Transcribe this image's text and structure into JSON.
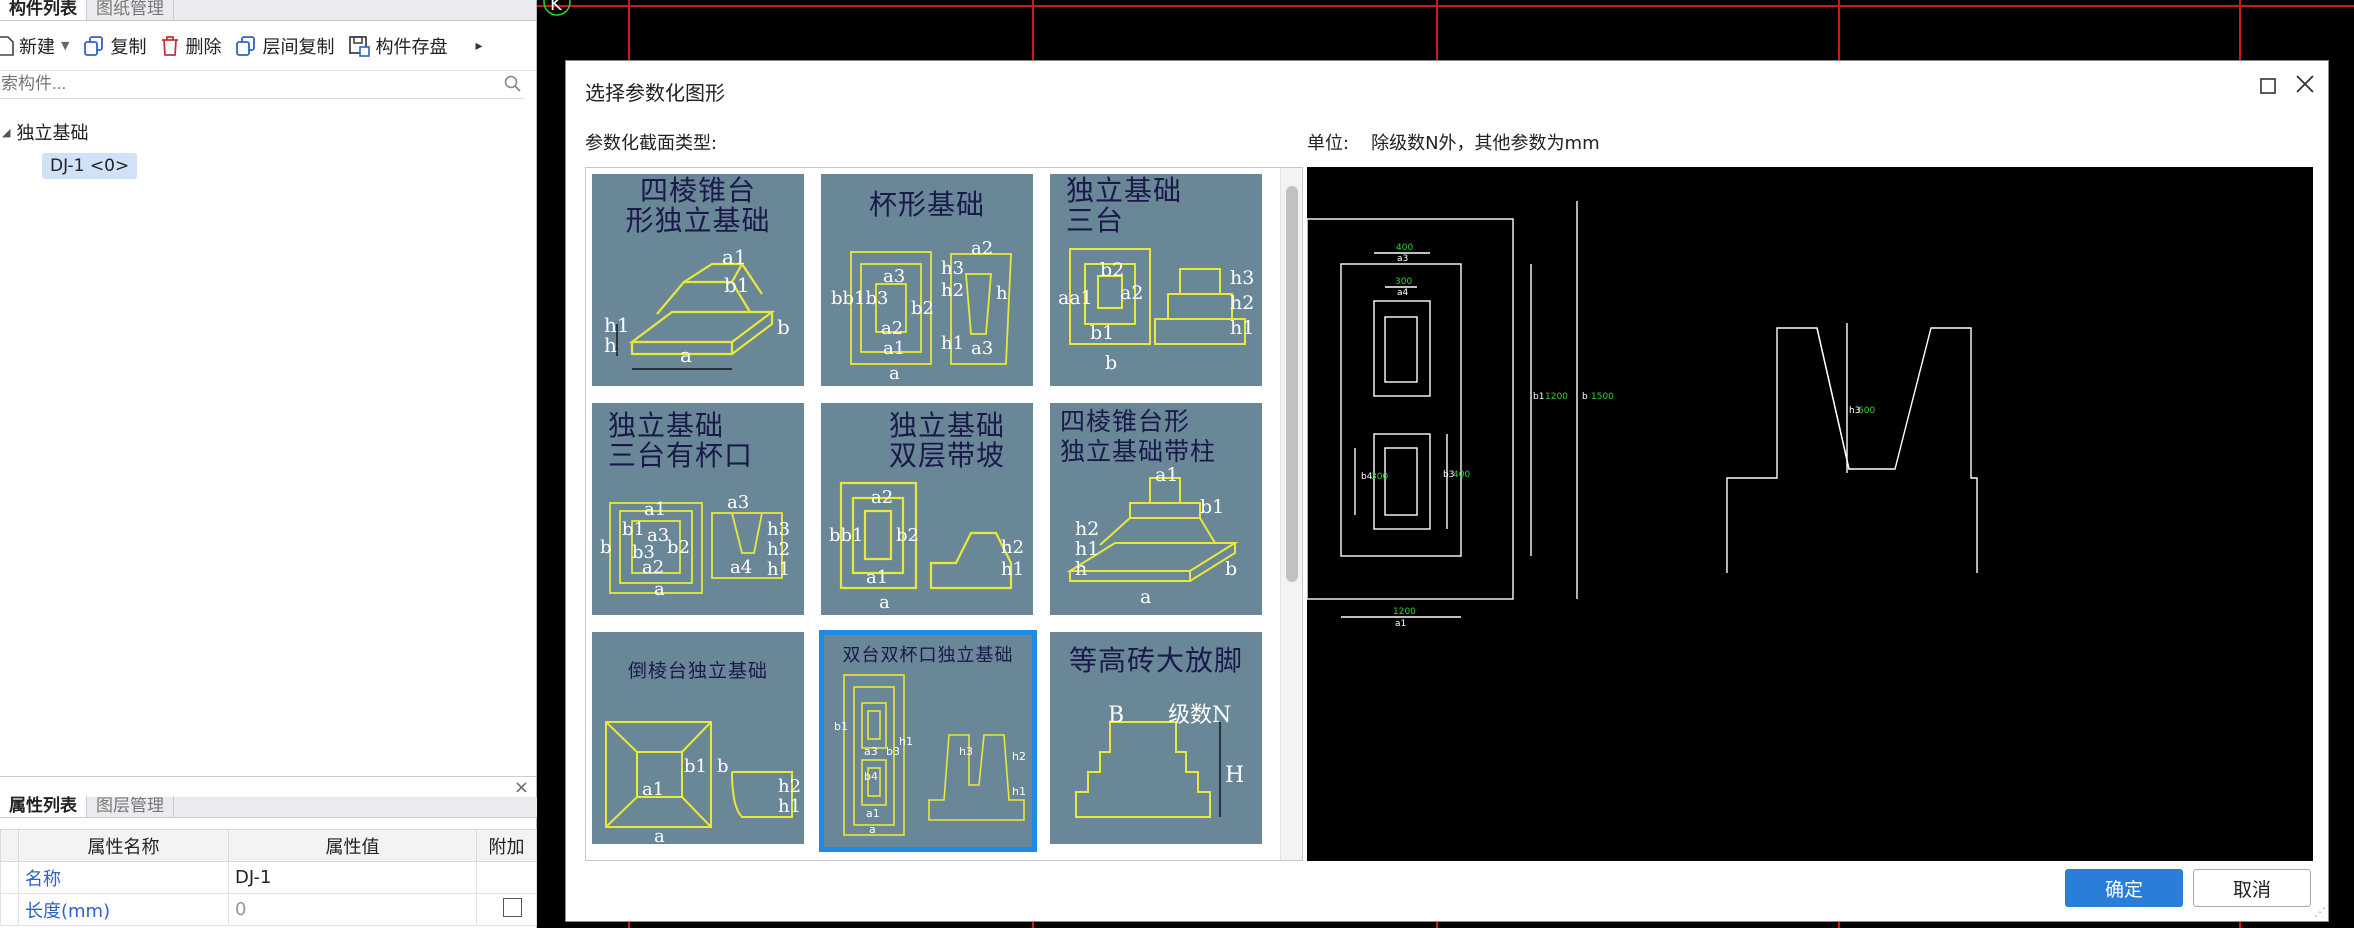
{
  "left_panel": {
    "tabs": [
      "构件列表",
      "图纸管理"
    ],
    "toolbar": {
      "new_label": "新建",
      "copy_label": "复制",
      "delete_label": "删除",
      "floor_copy_label": "层间复制",
      "save_label": "构件存盘",
      "more_label": "▸"
    },
    "search_placeholder": "搜索构件...",
    "tree": {
      "root_label": "独立基础",
      "leaf_label": "DJ-1 <0>"
    }
  },
  "property_panel": {
    "tabs": [
      "属性列表",
      "图层管理"
    ],
    "headers": [
      "属性名称",
      "属性值",
      "附加"
    ],
    "rows": [
      {
        "name": "名称",
        "value": "DJ-1"
      },
      {
        "name": "长度(mm)",
        "value": "0"
      }
    ],
    "close_glyph": "×"
  },
  "canvas": {
    "axis_label": "K",
    "grid_color": "#d01818"
  },
  "dialog": {
    "title": "选择参数化图形",
    "section_type_label": "参数化截面类型:",
    "unit_label": "单位:",
    "unit_text": "除级数N外，其他参数为mm",
    "ok_label": "确定",
    "cancel_label": "取消",
    "selected_index": 7,
    "thumbnails": [
      {
        "lines": [
          "四棱锥台",
          "形独立基础"
        ]
      },
      {
        "lines": [
          "杯形基础"
        ]
      },
      {
        "lines": [
          "独立基础",
          "三台"
        ]
      },
      {
        "lines": [
          "独立基础",
          "三台有杯口"
        ]
      },
      {
        "lines": [
          "独立基础",
          "双层带坡"
        ]
      },
      {
        "lines": [
          "四棱锥台形",
          "独立基础带柱"
        ]
      },
      {
        "lines": [
          "倒棱台独立基础"
        ]
      },
      {
        "lines": [
          "双台双杯口独立基础"
        ]
      },
      {
        "lines": [
          "等高砖大放脚"
        ]
      }
    ],
    "thumb_extra": {
      "brick_B": "B",
      "brick_N": "级数N",
      "brick_H": "H"
    },
    "preview_dims": {
      "a3": "400",
      "a3_name": "a3",
      "a4": "300",
      "a4_name": "a4",
      "b1": "1200",
      "b1_name": "b1",
      "b": "1500",
      "b_name": "b",
      "b3": "400",
      "b3_name": "b3",
      "b4": "300",
      "b4_name": "b4",
      "a1": "1200",
      "a1_name": "a1",
      "h3": "600",
      "h3_name": "h3"
    },
    "colors": {
      "accent": "#2b7ed8",
      "thumb_bg": "#6a8798",
      "thumb_line": "#e8e83a",
      "dim_text": "#2ad82a"
    }
  }
}
